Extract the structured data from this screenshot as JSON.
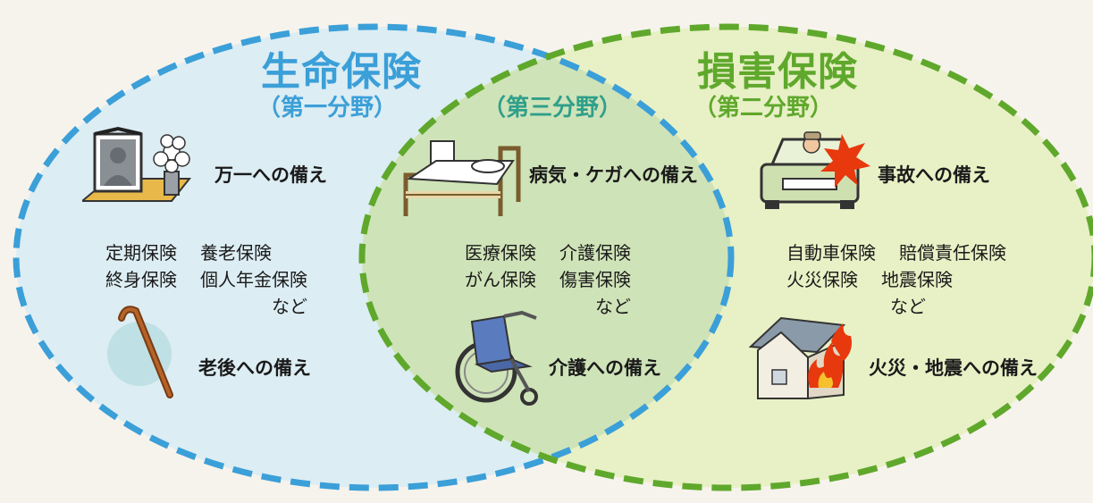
{
  "life": {
    "title": "生命保険",
    "subtitle": "（第一分野）",
    "items": [
      {
        "label": "万一への備え",
        "icon": "funeral-photo-icon"
      },
      {
        "label": "老後への備え",
        "icon": "walking-cane-icon"
      }
    ],
    "products": [
      [
        "定期保険",
        "養老保険"
      ],
      [
        "終身保険",
        "個人年金保険"
      ]
    ],
    "etc": "など"
  },
  "third": {
    "subtitle": "（第三分野）",
    "items": [
      {
        "label": "病気・ケガへの備え",
        "icon": "hospital-bed-icon"
      },
      {
        "label": "介護への備え",
        "icon": "wheelchair-icon"
      }
    ],
    "products": [
      [
        "医療保険",
        "介護保険"
      ],
      [
        "がん保険",
        "傷害保険"
      ]
    ],
    "etc": "など"
  },
  "property": {
    "title": "損害保険",
    "subtitle": "（第二分野）",
    "items": [
      {
        "label": "事故への備え",
        "icon": "car-crash-icon"
      },
      {
        "label": "火災・地震への備え",
        "icon": "house-fire-icon"
      }
    ],
    "products": [
      [
        "自動車保険",
        "賠償責任保険"
      ],
      [
        "火災保険",
        "地震保険"
      ]
    ],
    "etc": "など"
  },
  "colors": {
    "life": "#3b9fd8",
    "property": "#5fa82c",
    "third": "#2f9f8a",
    "life_fill": "#dcedf3",
    "property_fill": "#e8f0c5",
    "overlap_fill": "#cfe3b8",
    "background": "#f6f3ec"
  }
}
